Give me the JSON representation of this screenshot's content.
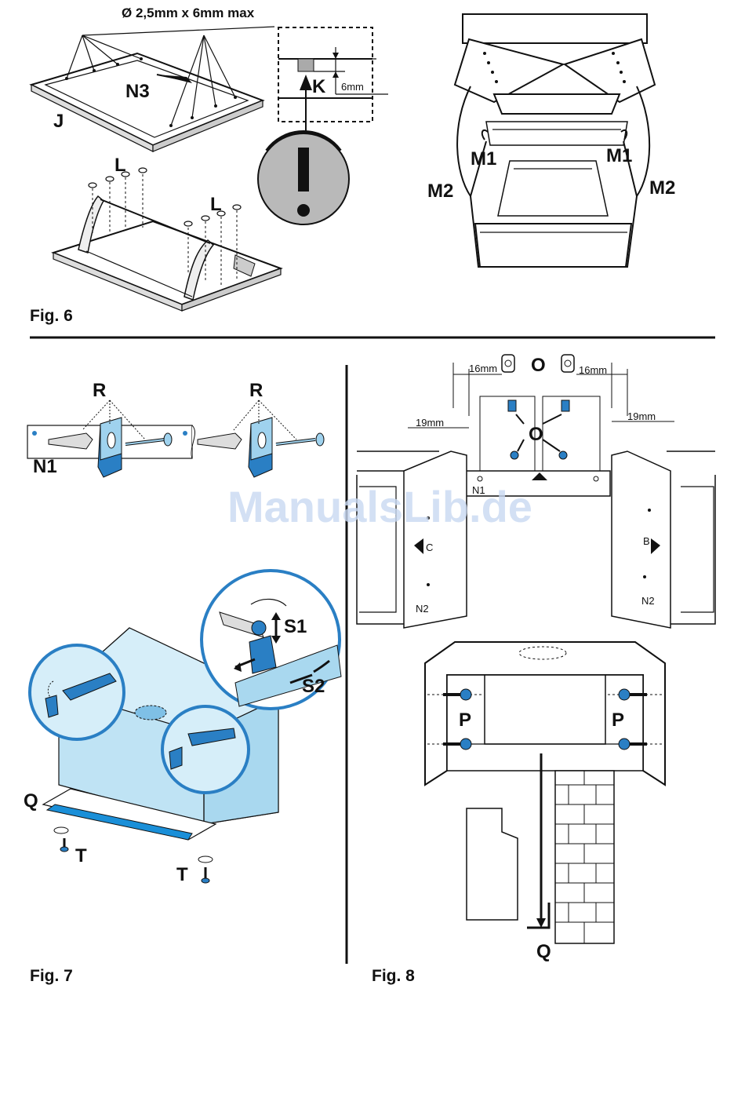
{
  "fig6": {
    "caption": "Fig. 6",
    "dimension_top": "Ø 2,5mm x 6mm max",
    "dimension_side": "6mm",
    "labels": {
      "n3": "N3",
      "j": "J",
      "l1": "L",
      "l2": "L",
      "k": "K",
      "m1_left": "M1",
      "m1_right": "M1",
      "m2_left": "M2",
      "m2_right": "M2"
    },
    "warning_icon": "exclamation-icon"
  },
  "fig7": {
    "caption": "Fig. 7",
    "labels": {
      "r1": "R",
      "r2": "R",
      "n1": "N1",
      "s1": "S1",
      "s2": "S2",
      "q": "Q",
      "t1": "T",
      "t2": "T"
    }
  },
  "fig8": {
    "caption": "Fig. 8",
    "dims": {
      "d16_left": "16mm",
      "d16_right": "16mm",
      "d19_left": "19mm",
      "d19_right": "19mm"
    },
    "labels": {
      "o_top": "O",
      "o_center": "O",
      "n1": "N1",
      "n2_left": "N2",
      "n2_right": "N2",
      "c": "C",
      "b": "B",
      "p_left": "P",
      "p_right": "P",
      "q": "Q"
    }
  },
  "watermark": "ManualsLib.de",
  "colors": {
    "accent_blue": "#2a7fc4",
    "light_blue": "#bfe3f4",
    "warning_grey": "#b9b9b9"
  }
}
